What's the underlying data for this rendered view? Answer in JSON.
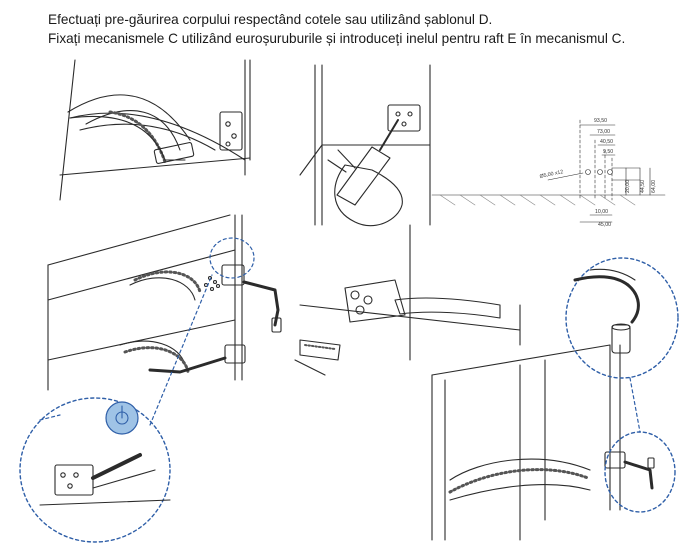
{
  "instructions": {
    "line1": "Efectuați pre-găurirea corpului respectând cotele sau utilizând șablonul D.",
    "line2": "Fixați mecanismele C utilizând euroșuruburile și introduceți inelul pentru raft E în mecanismul C."
  },
  "dimensions": {
    "d1": "93,50",
    "d2": "73,00",
    "d3": "40,50",
    "d4": "9,50",
    "d5": "Ø5,00 x12",
    "d6": "20,00",
    "d7": "44,50",
    "d8": "64,00",
    "d9": "10,00",
    "d10": "45,00"
  },
  "colors": {
    "line": "#2b2b2b",
    "detail_circle": "#2f5fa8",
    "shelf_track": "#555555",
    "icon_blue": "#9fc3e6"
  }
}
